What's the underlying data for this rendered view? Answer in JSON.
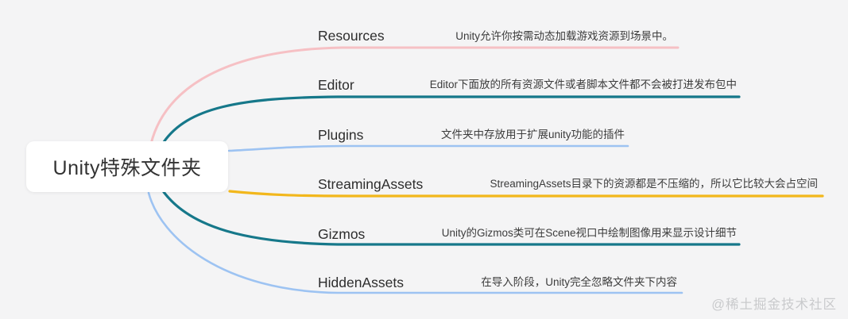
{
  "root": {
    "label": "Unity特殊文件夹"
  },
  "branches": [
    {
      "id": "resources",
      "label": "Resources",
      "desc": "Unity允许你按需动态加载游戏资源到场景中。",
      "color": "#f6c0c4"
    },
    {
      "id": "editor",
      "label": "Editor",
      "desc": "Editor下面放的所有资源文件或者脚本文件都不会被打进发布包中",
      "color": "#16788a"
    },
    {
      "id": "plugins",
      "label": "Plugins",
      "desc": "文件夹中存放用于扩展unity功能的插件",
      "color": "#9dc3f2"
    },
    {
      "id": "streamingassets",
      "label": "StreamingAssets",
      "desc": "StreamingAssets目录下的资源都是不压缩的，所以它比较大会占空间",
      "color": "#f2b71c"
    },
    {
      "id": "gizmos",
      "label": "Gizmos",
      "desc": "Unity的Gizmos类可在Scene视口中绘制图像用来显示设计细节",
      "color": "#16788a"
    },
    {
      "id": "hiddenassets",
      "label": "HiddenAssets",
      "desc": "在导入阶段，Unity完全忽略文件夹下内容",
      "color": "#9dc3f2"
    }
  ],
  "watermark": {
    "text": "@稀土掘金技术社区"
  },
  "colors": {
    "background": "#f4f4f5",
    "node_background": "#ffffff",
    "text_primary": "#2d2d2d",
    "watermark": "#c9cacc"
  }
}
